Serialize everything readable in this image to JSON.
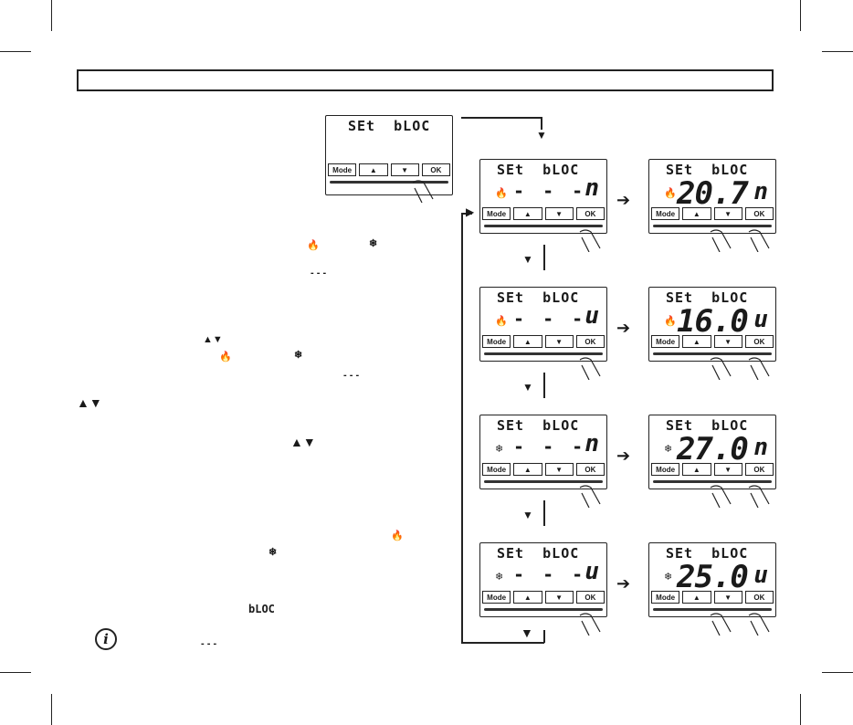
{
  "screens": {
    "line1": "SEt  bLOC",
    "mode_label": "Mode",
    "ok_label": "OK",
    "dashes": "- - -"
  },
  "left_screens": [
    {
      "mode": "heat",
      "suffix": "n"
    },
    {
      "mode": "heat",
      "suffix": "u"
    },
    {
      "mode": "cool",
      "suffix": "n"
    },
    {
      "mode": "cool",
      "suffix": "u"
    }
  ],
  "right_screens": [
    {
      "mode": "heat",
      "value": "20.7",
      "suffix": "n"
    },
    {
      "mode": "heat",
      "value": "16.0",
      "suffix": "u"
    },
    {
      "mode": "cool",
      "value": "27.0",
      "suffix": "n"
    },
    {
      "mode": "cool",
      "value": "25.0",
      "suffix": "u"
    }
  ],
  "inline": {
    "dashes": "- - -",
    "bloc": "bLOC"
  },
  "icons": {
    "heat": "flame-icon",
    "cool": "snowflake-icon",
    "up": "triangle-up-icon",
    "down": "triangle-down-icon",
    "info": "info-icon"
  }
}
